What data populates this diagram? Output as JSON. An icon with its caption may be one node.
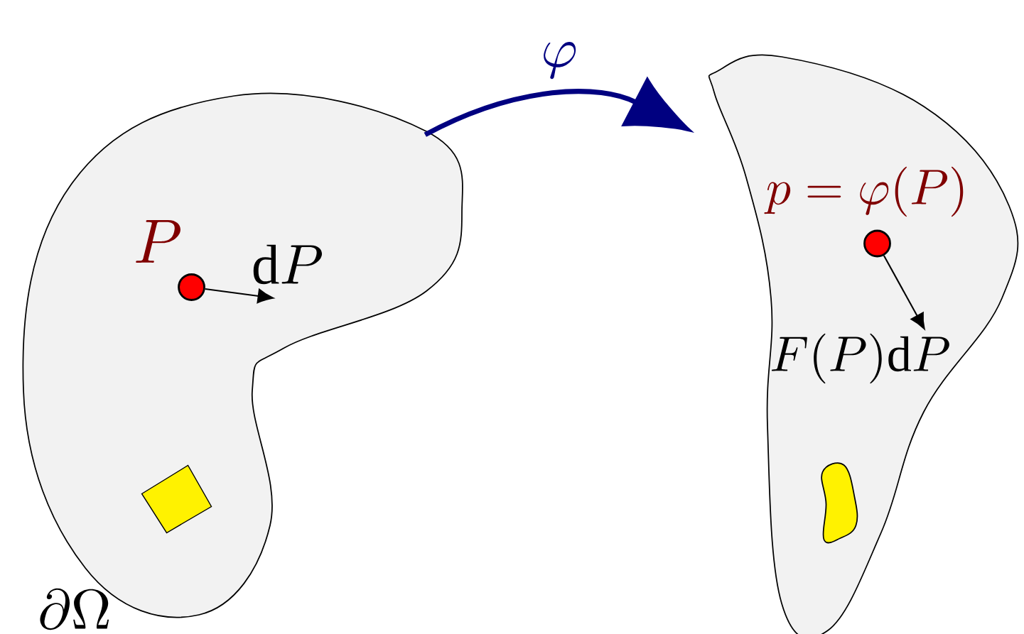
{
  "diagram": {
    "nodes": [
      {
        "text": [],
        "shape": "blob",
        "beside": [
          "\\partial\\Omega"
        ]
      },
      {
        "text": [],
        "shape": "circle",
        "beside": [
          "P"
        ],
        "in": 0
      },
      {
        "text": [
          "\\mathrm{d}P"
        ],
        "in": 0
      },
      {
        "text": [],
        "shape": "box",
        "in": 0
      },
      {
        "text": [],
        "shape": "blob"
      },
      {
        "text": [],
        "shape": "circle",
        "beside": [
          "p = \\varphi(P)"
        ],
        "in": 4
      },
      {
        "text": [
          "F(P)\\mathrm{d}P"
        ],
        "in": 4
      },
      {
        "text": [],
        "shape": "blob",
        "in": 4
      }
    ],
    "edges": [
      {
        "from": 1,
        "to": 2,
        "arrow": "to"
      },
      {
        "from": 0,
        "to": 4,
        "arrow": "to",
        "label": "\\varphi",
        "style": "thick",
        "color": "#000080"
      },
      {
        "from": 5,
        "to": 6,
        "arrow": "to"
      }
    ]
  }
}
